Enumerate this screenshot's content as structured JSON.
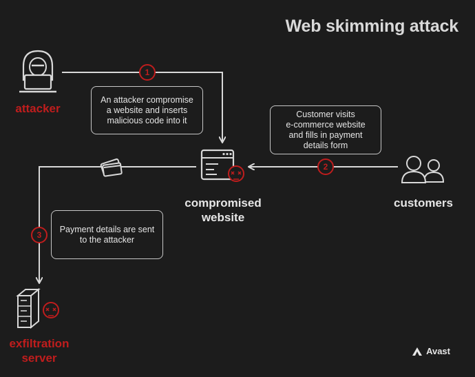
{
  "title": "Web skimming attack",
  "nodes": {
    "attacker": "attacker",
    "website_line1": "compromised",
    "website_line2": "website",
    "customers": "customers",
    "server_line1": "exfiltration",
    "server_line2": "server"
  },
  "notes": {
    "step1": [
      "An attacker compromise",
      "a website and inserts",
      "malicious code into it"
    ],
    "step2": [
      "Customer visits",
      "e-commerce website",
      "and fills in payment",
      "details form"
    ],
    "step3": [
      "Payment details are sent",
      "to the attacker"
    ]
  },
  "steps": [
    "1",
    "2",
    "3"
  ],
  "brand": "Avast",
  "colors": {
    "background": "#1c1c1c",
    "accent_red": "#c01d1d",
    "line": "#d9d9d9",
    "text": "#e6e6e6"
  }
}
